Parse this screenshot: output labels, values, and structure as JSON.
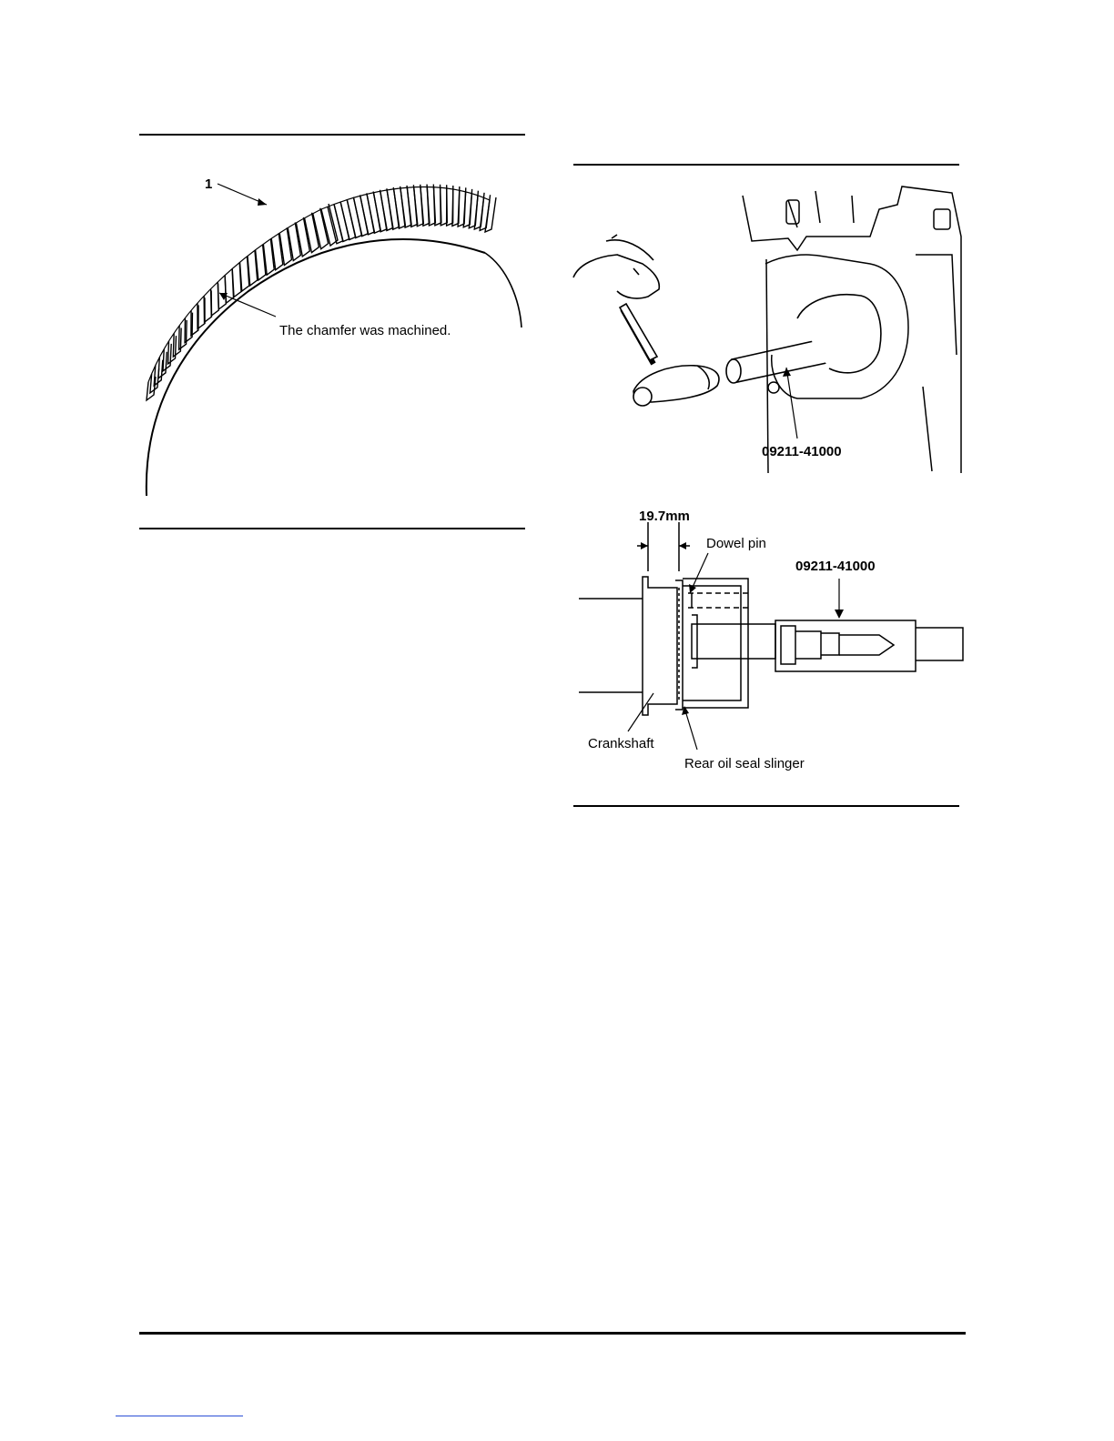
{
  "figure_ring_gear": {
    "callout_number": "1",
    "chamfer_note": "The chamfer was machined."
  },
  "figure_slinger_install": {
    "tool_label_top": "09211-41000",
    "dimension": "19.7mm",
    "dowel_pin": "Dowel pin",
    "tool_label_section": "09211-41000",
    "crankshaft": "Crankshaft",
    "rear_oil_seal_slinger": "Rear oil seal slinger"
  }
}
